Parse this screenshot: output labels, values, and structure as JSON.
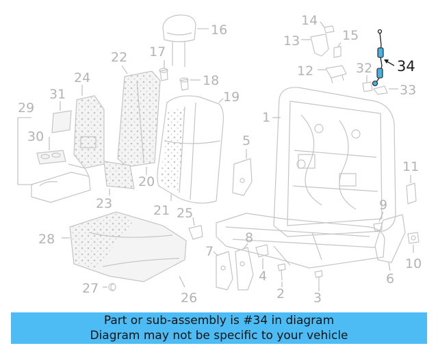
{
  "callouts": {
    "c1": "1",
    "c2": "2",
    "c3": "3",
    "c4": "4",
    "c5": "5",
    "c6": "6",
    "c7": "7",
    "c8": "8",
    "c9": "9",
    "c10": "10",
    "c11": "11",
    "c12": "12",
    "c13": "13",
    "c14": "14",
    "c15": "15",
    "c16": "16",
    "c17": "17",
    "c18": "18",
    "c19": "19",
    "c20": "20",
    "c21": "21",
    "c22": "22",
    "c23": "23",
    "c24": "24",
    "c25": "25",
    "c26": "26",
    "c27": "27",
    "c28": "28",
    "c29": "29",
    "c30": "30",
    "c31": "31",
    "c32": "32",
    "c33": "33",
    "c34": "34"
  },
  "highlight": {
    "part_number": "34",
    "color": "#4ab0e0"
  },
  "banner": {
    "line1": "Part or sub-assembly is #34 in diagram",
    "line2": "Diagram may not be specific to your vehicle",
    "background": "#4dbcf4"
  }
}
